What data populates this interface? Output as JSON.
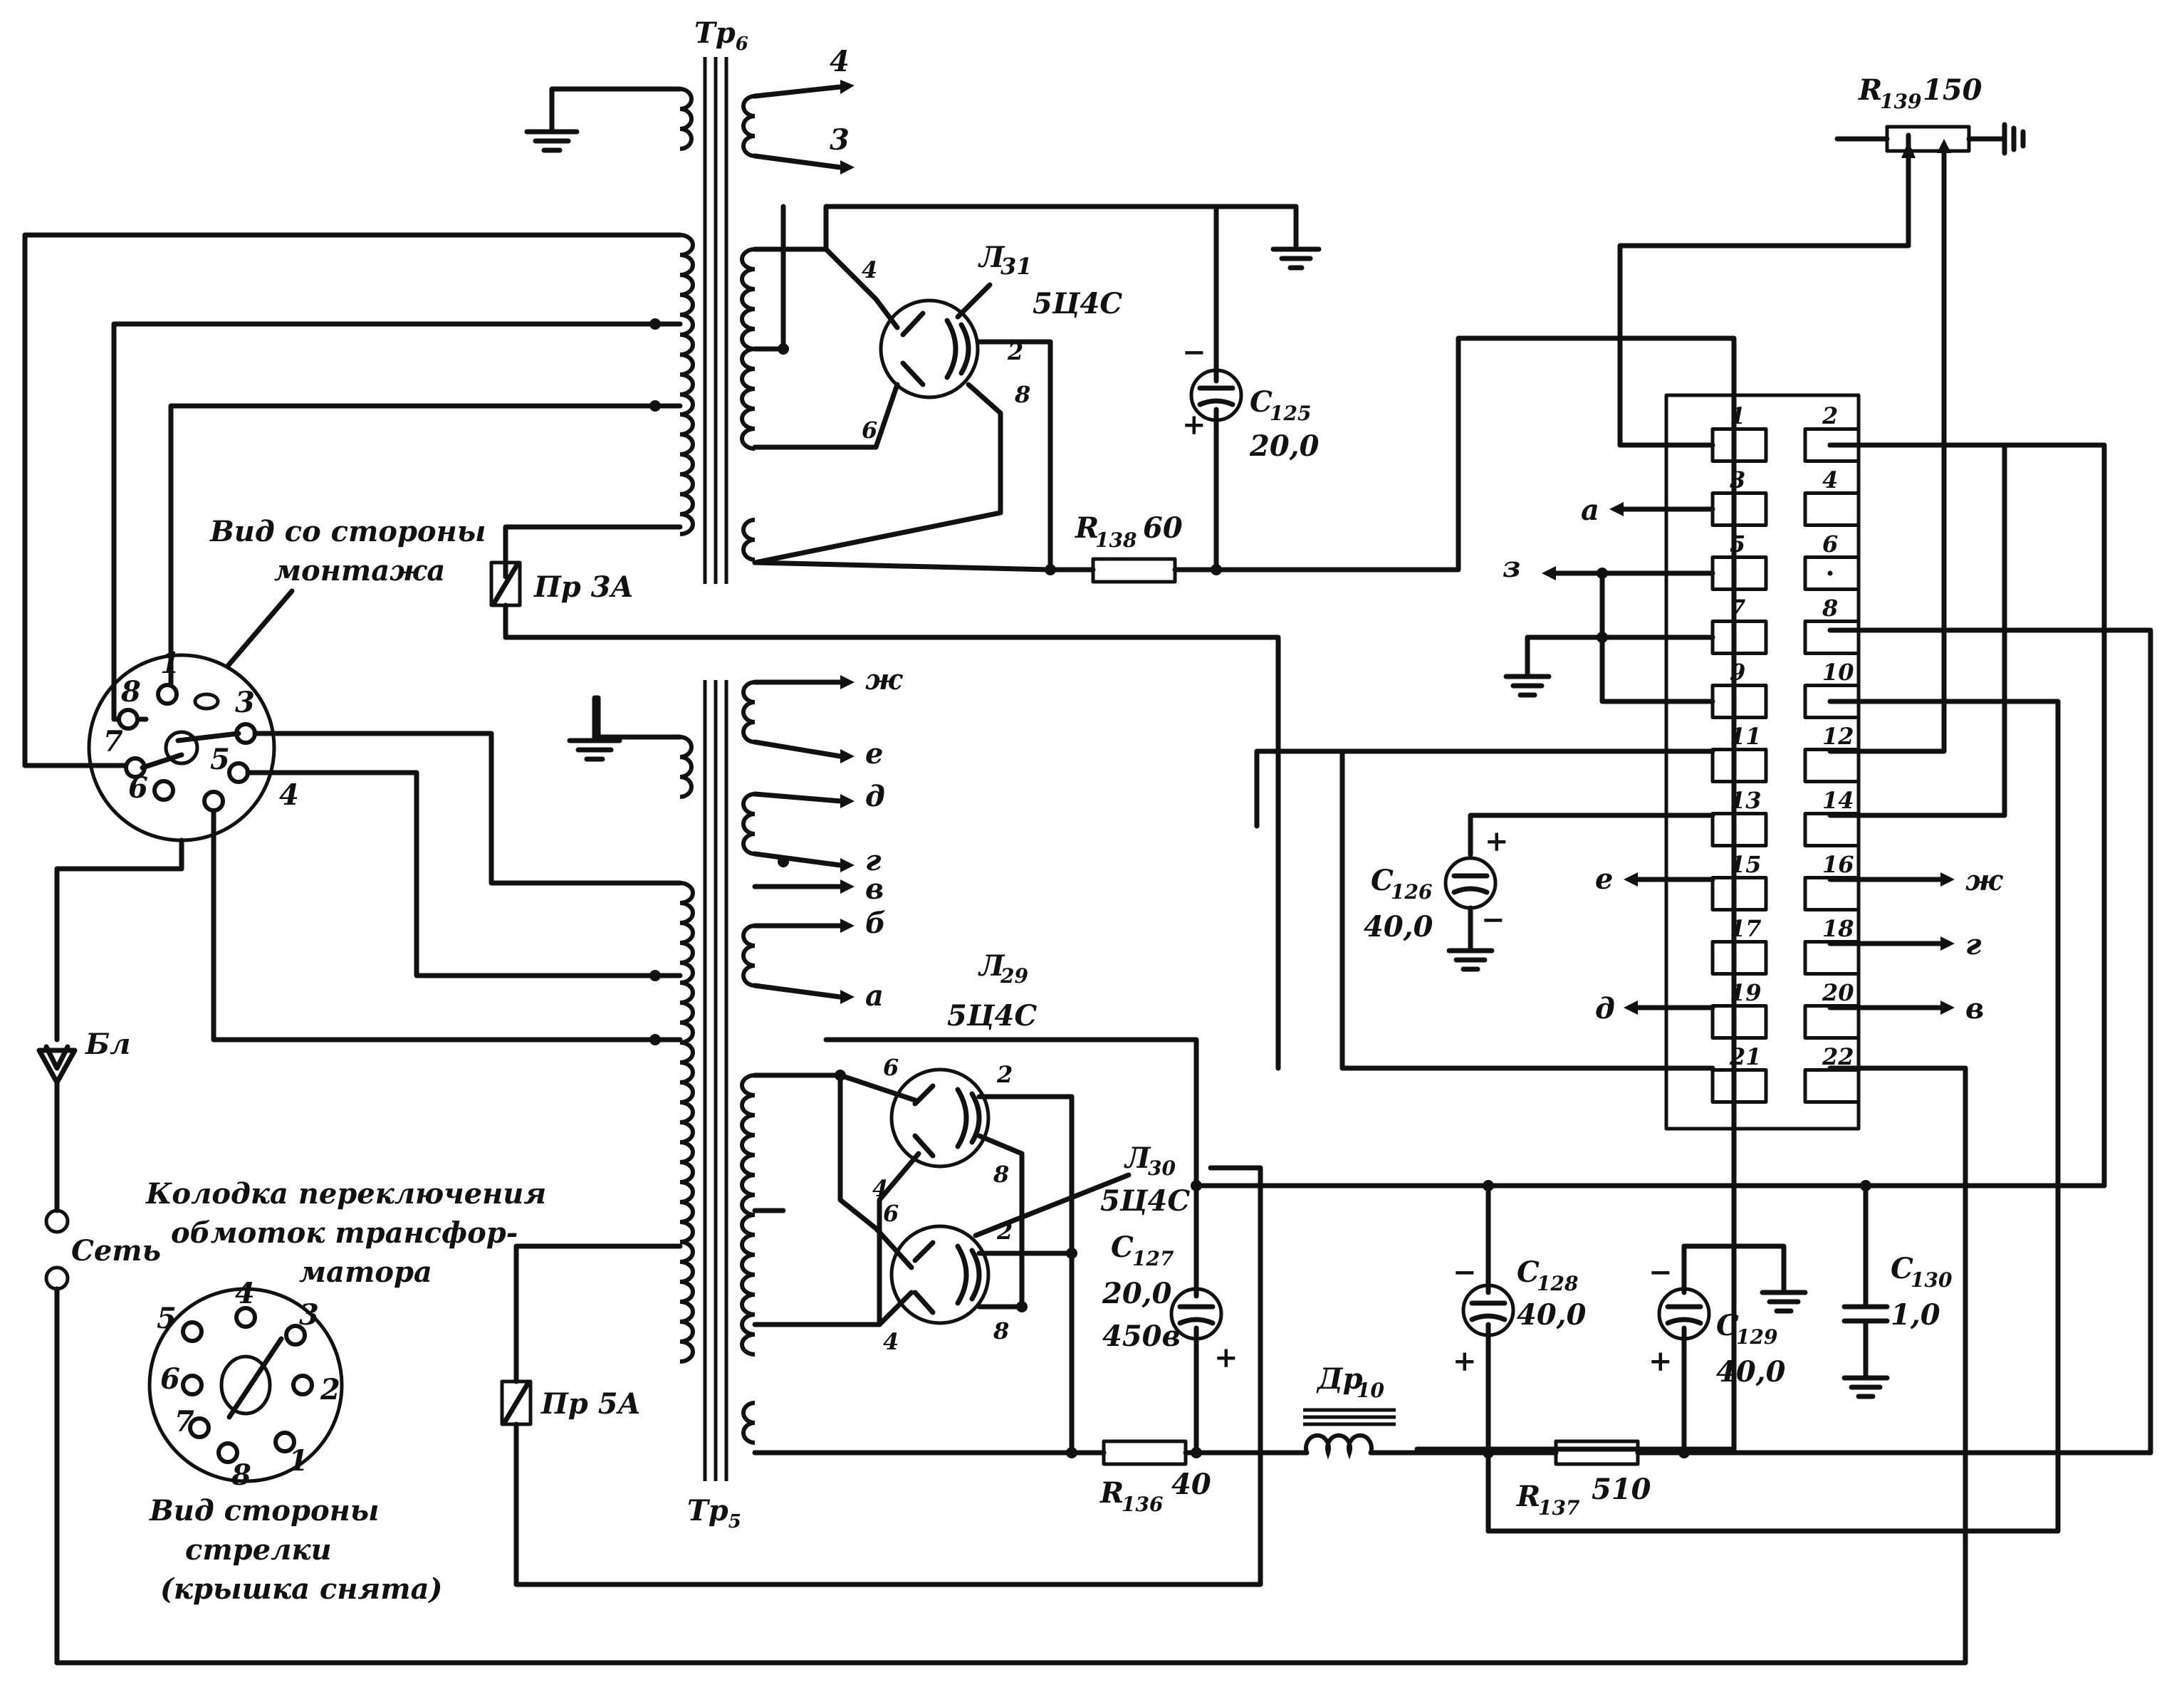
{
  "transformers": {
    "top": {
      "name": "Тр",
      "sub": "6"
    },
    "bottom": {
      "name": "Тр",
      "sub": "5"
    }
  },
  "top_secondary": {
    "tap_4": "4",
    "tap_3": "3"
  },
  "bottom_taps": [
    "ж",
    "е",
    "д",
    "г",
    "в",
    "б",
    "а"
  ],
  "tubes": {
    "l31": {
      "name": "Л",
      "sub": "31",
      "type": "5Ц4С",
      "pins": [
        "4",
        "2",
        "6",
        "8"
      ]
    },
    "l29": {
      "name": "Л",
      "sub": "29",
      "type": "5Ц4С",
      "pins": [
        "6",
        "2",
        "4",
        "8"
      ]
    },
    "l30": {
      "name": "Л",
      "sub": "30",
      "type": "5Ц4С",
      "pins": [
        "6",
        "2",
        "4",
        "8"
      ]
    }
  },
  "capacitors": {
    "c125": {
      "name": "C",
      "sub": "125",
      "value": "20,0"
    },
    "c126": {
      "name": "C",
      "sub": "126",
      "value": "40,0"
    },
    "c127": {
      "name": "C",
      "sub": "127",
      "value": "20,0",
      "extra": "450в"
    },
    "c128": {
      "name": "C",
      "sub": "128",
      "value": "40,0"
    },
    "c129": {
      "name": "C",
      "sub": "129",
      "value": "40,0"
    },
    "c130": {
      "name": "C",
      "sub": "130",
      "value": "1,0"
    }
  },
  "resistors": {
    "r136": {
      "name": "R",
      "sub": "136",
      "value": "40"
    },
    "r137": {
      "name": "R",
      "sub": "137",
      "value": "510"
    },
    "r138": {
      "name": "R",
      "sub": "138",
      "value": "60"
    },
    "r139": {
      "name": "R",
      "sub": "139",
      "value": "150"
    }
  },
  "choke": {
    "name": "Др",
    "sub": "10"
  },
  "fuses": {
    "f3": "Пр 3А",
    "f5": "Пр 5А"
  },
  "polarity": {
    "plus": "+",
    "minus": "−"
  },
  "connector": {
    "pins_left": [
      "1",
      "3",
      "5",
      "7",
      "9",
      "11",
      "13",
      "15",
      "17",
      "19",
      "21"
    ],
    "pins_right": [
      "2",
      "4",
      "6",
      "8",
      "10",
      "12",
      "14",
      "16",
      "18",
      "20",
      "22"
    ],
    "ext_left": {
      "a": "а",
      "z": "з",
      "e": "е",
      "d": "д"
    },
    "ext_right": {
      "zh": "ж",
      "g": "г",
      "v": "в"
    }
  },
  "socket_top": {
    "caption_line1": "Вид со стороны",
    "caption_line2": "монтажа",
    "pins": [
      "1",
      "8",
      "3",
      "7",
      "5",
      "6",
      "4"
    ]
  },
  "socket_bottom": {
    "caption_line1": "Колодка переключения",
    "caption_line2": "обмоток трансфор-",
    "caption_line3": "матора",
    "footer_line1": "Вид стороны",
    "footer_line2": "стрелки",
    "footer_line3": "(крышка снята)",
    "pins": [
      "5",
      "4",
      "3",
      "6",
      "2",
      "7",
      "8",
      "1"
    ]
  },
  "lamp": "Бл",
  "mains": "Сеть"
}
